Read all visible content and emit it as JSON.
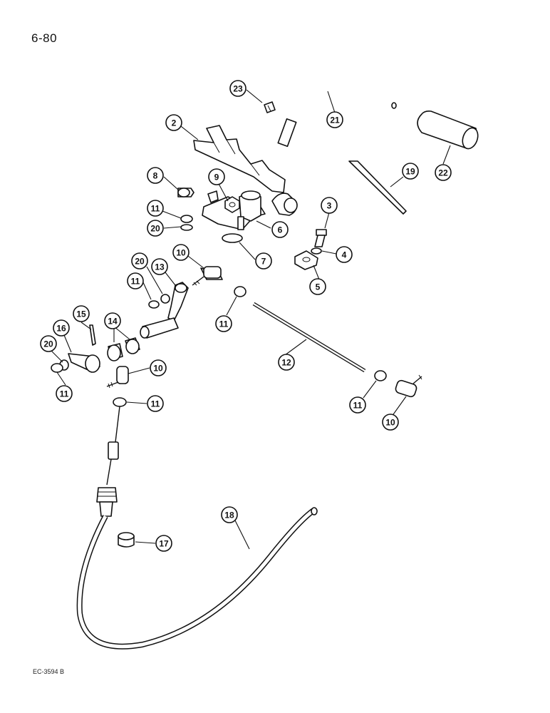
{
  "page_number": "6-80",
  "figure_code": "EC-3594 B",
  "callouts": [
    "23",
    "21",
    "2",
    "22",
    "19",
    "8",
    "9",
    "3",
    "11",
    "20",
    "6",
    "4",
    "7",
    "5",
    "20",
    "10",
    "13",
    "11",
    "11",
    "15",
    "14",
    "16",
    "20",
    "10",
    "12",
    "11",
    "11",
    "11",
    "10",
    "18",
    "17"
  ]
}
